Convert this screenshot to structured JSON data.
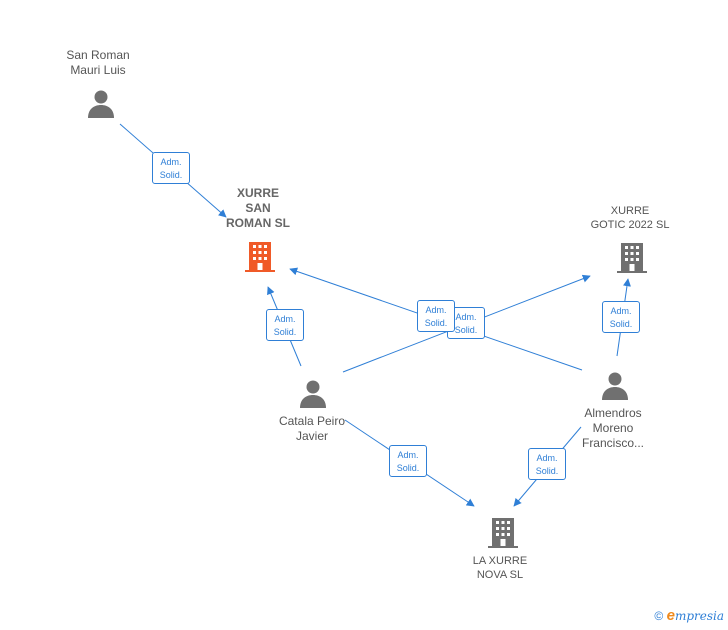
{
  "nodes": {
    "xurre_san_roman": {
      "label": "XURRE\nSAN\nROMAN  SL",
      "kind": "company",
      "highlight": true
    },
    "xurre_gotic": {
      "label": "XURRE\nGOTIC 2022  SL",
      "kind": "company",
      "highlight": false
    },
    "la_xurre_nova": {
      "label": "LA XURRE\nNOVA  SL",
      "kind": "company",
      "highlight": false
    },
    "san_roman": {
      "label": "San Roman\nMauri Luis",
      "kind": "person"
    },
    "catala": {
      "label": "Catala Peiro\nJavier",
      "kind": "person"
    },
    "almendros": {
      "label": "Almendros\nMoreno\nFrancisco...",
      "kind": "person"
    }
  },
  "relations": [
    {
      "from": "san_roman",
      "to": "xurre_san_roman",
      "label": "Adm.\nSolid."
    },
    {
      "from": "catala",
      "to": "xurre_san_roman",
      "label": "Adm.\nSolid."
    },
    {
      "from": "almendros",
      "to": "xurre_san_roman",
      "label": "Adm.\nSolid."
    },
    {
      "from": "catala",
      "to": "xurre_gotic",
      "label": "Adm.\nSolid."
    },
    {
      "from": "almendros",
      "to": "xurre_gotic",
      "label": "Adm.\nSolid."
    },
    {
      "from": "catala",
      "to": "la_xurre_nova",
      "label": "Adm.\nSolid."
    },
    {
      "from": "almendros",
      "to": "la_xurre_nova",
      "label": "Adm.\nSolid."
    }
  ],
  "colors": {
    "edge": "#2f7fd6",
    "highlight_company": "#f05a28",
    "company": "#707070",
    "person": "#707070"
  },
  "footer": {
    "copyright": "©",
    "brand_initial": "e",
    "brand_rest": "mpresia"
  }
}
